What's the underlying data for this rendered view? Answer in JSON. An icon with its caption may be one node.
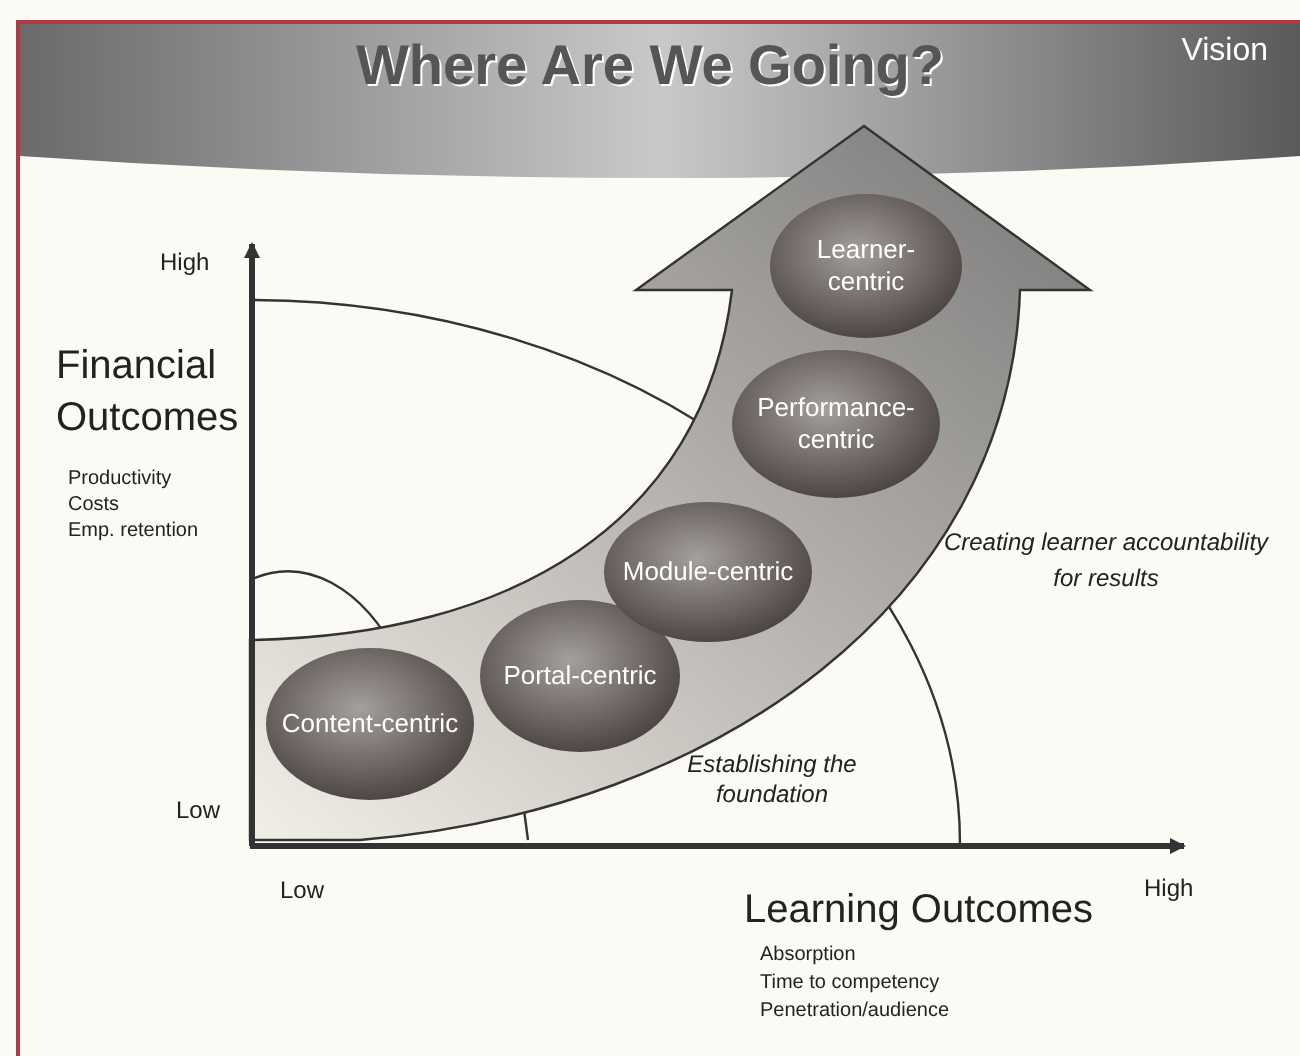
{
  "diagram": {
    "title": "Where Are We Going?",
    "nodes": [
      {
        "text": [
          "Content-centric"
        ]
      },
      {
        "text": [
          "Portal-centric"
        ]
      },
      {
        "text": [
          "Module-centric"
        ]
      },
      {
        "text": [
          "Performance-centric"
        ]
      },
      {
        "text": [
          "Learner-centric"
        ]
      }
    ],
    "labels": [
      "Vision",
      "High",
      "Financial Outcomes",
      "Productivity",
      "Costs",
      "Emp. retention",
      "Creating learner accountability for results",
      "Low",
      "Establishing the foundation",
      "Low",
      "High",
      "Learning Outcomes",
      "Absorption",
      "Time to competency",
      "Penetration/audience"
    ]
  }
}
